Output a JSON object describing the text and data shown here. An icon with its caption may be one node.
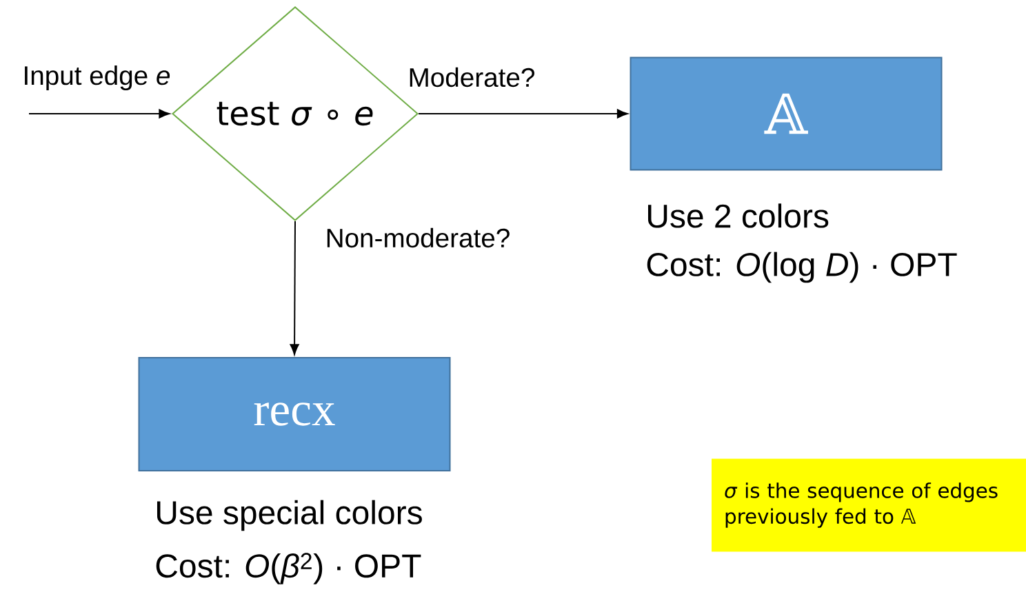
{
  "diagram": {
    "nodes": [
      {
        "text": [
          "test *σ* ∘ *e*"
        ]
      },
      {
        "text": [
          "𝔸"
        ],
        "beside": [
          "Use 2 colors",
          "Cost: *O*(log *D*) · OPT"
        ]
      },
      {
        "text": [
          "recx"
        ],
        "beside": [
          "Use special colors",
          "Cost: *O*(*β*$^{2}$) · OPT"
        ]
      },
      {
        "text": [
          "*σ* is the sequence of edges previously fed to 𝔸"
        ]
      }
    ],
    "edges": [
      {
        "from": null,
        "to": 0,
        "arrow": "to",
        "label": "Input edge *e*"
      },
      {
        "from": 0,
        "to": 1,
        "arrow": "to",
        "label": "Moderate?"
      },
      {
        "from": 0,
        "to": 2,
        "arrow": "to",
        "label": "Non-moderate?"
      }
    ]
  }
}
